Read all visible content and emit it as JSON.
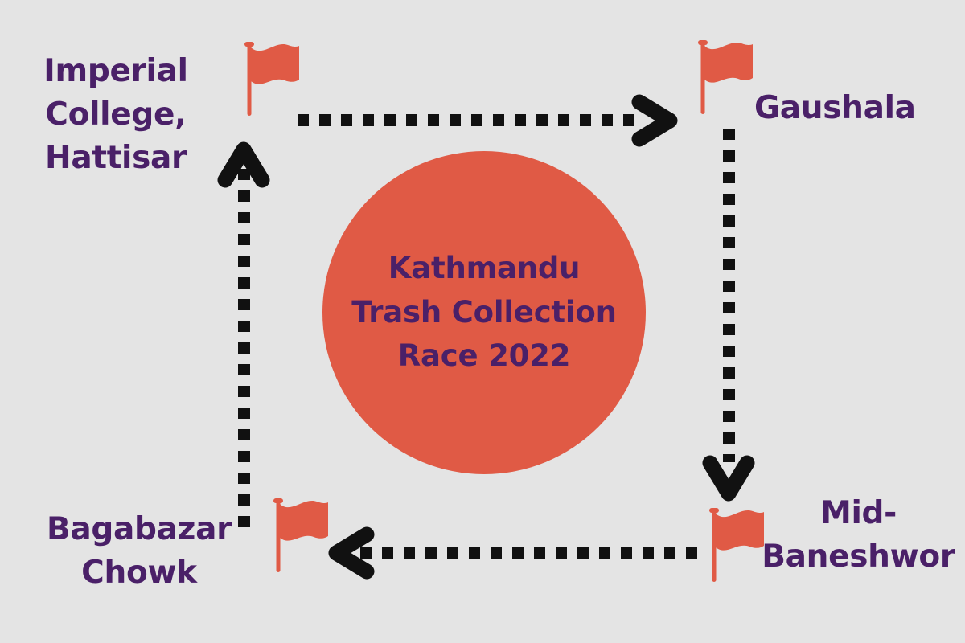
{
  "canvas": {
    "background_color": "#e4e4e4",
    "accent_red": "#e05a45",
    "accent_purple": "#4a2068",
    "arrow_color": "#111111"
  },
  "center": {
    "title": "Kathmandu\nTrash Collection\nRace 2022",
    "shape": "circle",
    "fill_color": "#e05a45",
    "text_color": "#4a2068"
  },
  "nodes": [
    {
      "id": "imperial-college-hattisar",
      "label": "Imperial\nCollege,\nHattisar",
      "position": "top-left",
      "marker": "flag-icon"
    },
    {
      "id": "gaushala",
      "label": "Gaushala",
      "position": "top-right",
      "marker": "flag-icon"
    },
    {
      "id": "mid-baneshwor",
      "label": "Mid-\nBaneshwor",
      "position": "bottom-right",
      "marker": "flag-icon"
    },
    {
      "id": "bagabazar-chowk",
      "label": "Bagabazar\nChowk",
      "position": "bottom-left",
      "marker": "flag-icon"
    }
  ],
  "connectors": [
    {
      "id": "imperial-to-gaushala",
      "from": "imperial-college-hattisar",
      "to": "gaushala",
      "direction": "right",
      "style": "dashed",
      "arrowhead": "chevron-right-icon"
    },
    {
      "id": "gaushala-to-baneshwor",
      "from": "gaushala",
      "to": "mid-baneshwor",
      "direction": "down",
      "style": "dashed",
      "arrowhead": "chevron-down-icon"
    },
    {
      "id": "baneshwor-to-bagabazar",
      "from": "mid-baneshwor",
      "to": "bagabazar-chowk",
      "direction": "left",
      "style": "dashed",
      "arrowhead": "chevron-left-icon"
    },
    {
      "id": "bagabazar-to-imperial",
      "from": "bagabazar-chowk",
      "to": "imperial-college-hattisar",
      "direction": "up",
      "style": "dashed",
      "arrowhead": "chevron-up-icon"
    }
  ]
}
